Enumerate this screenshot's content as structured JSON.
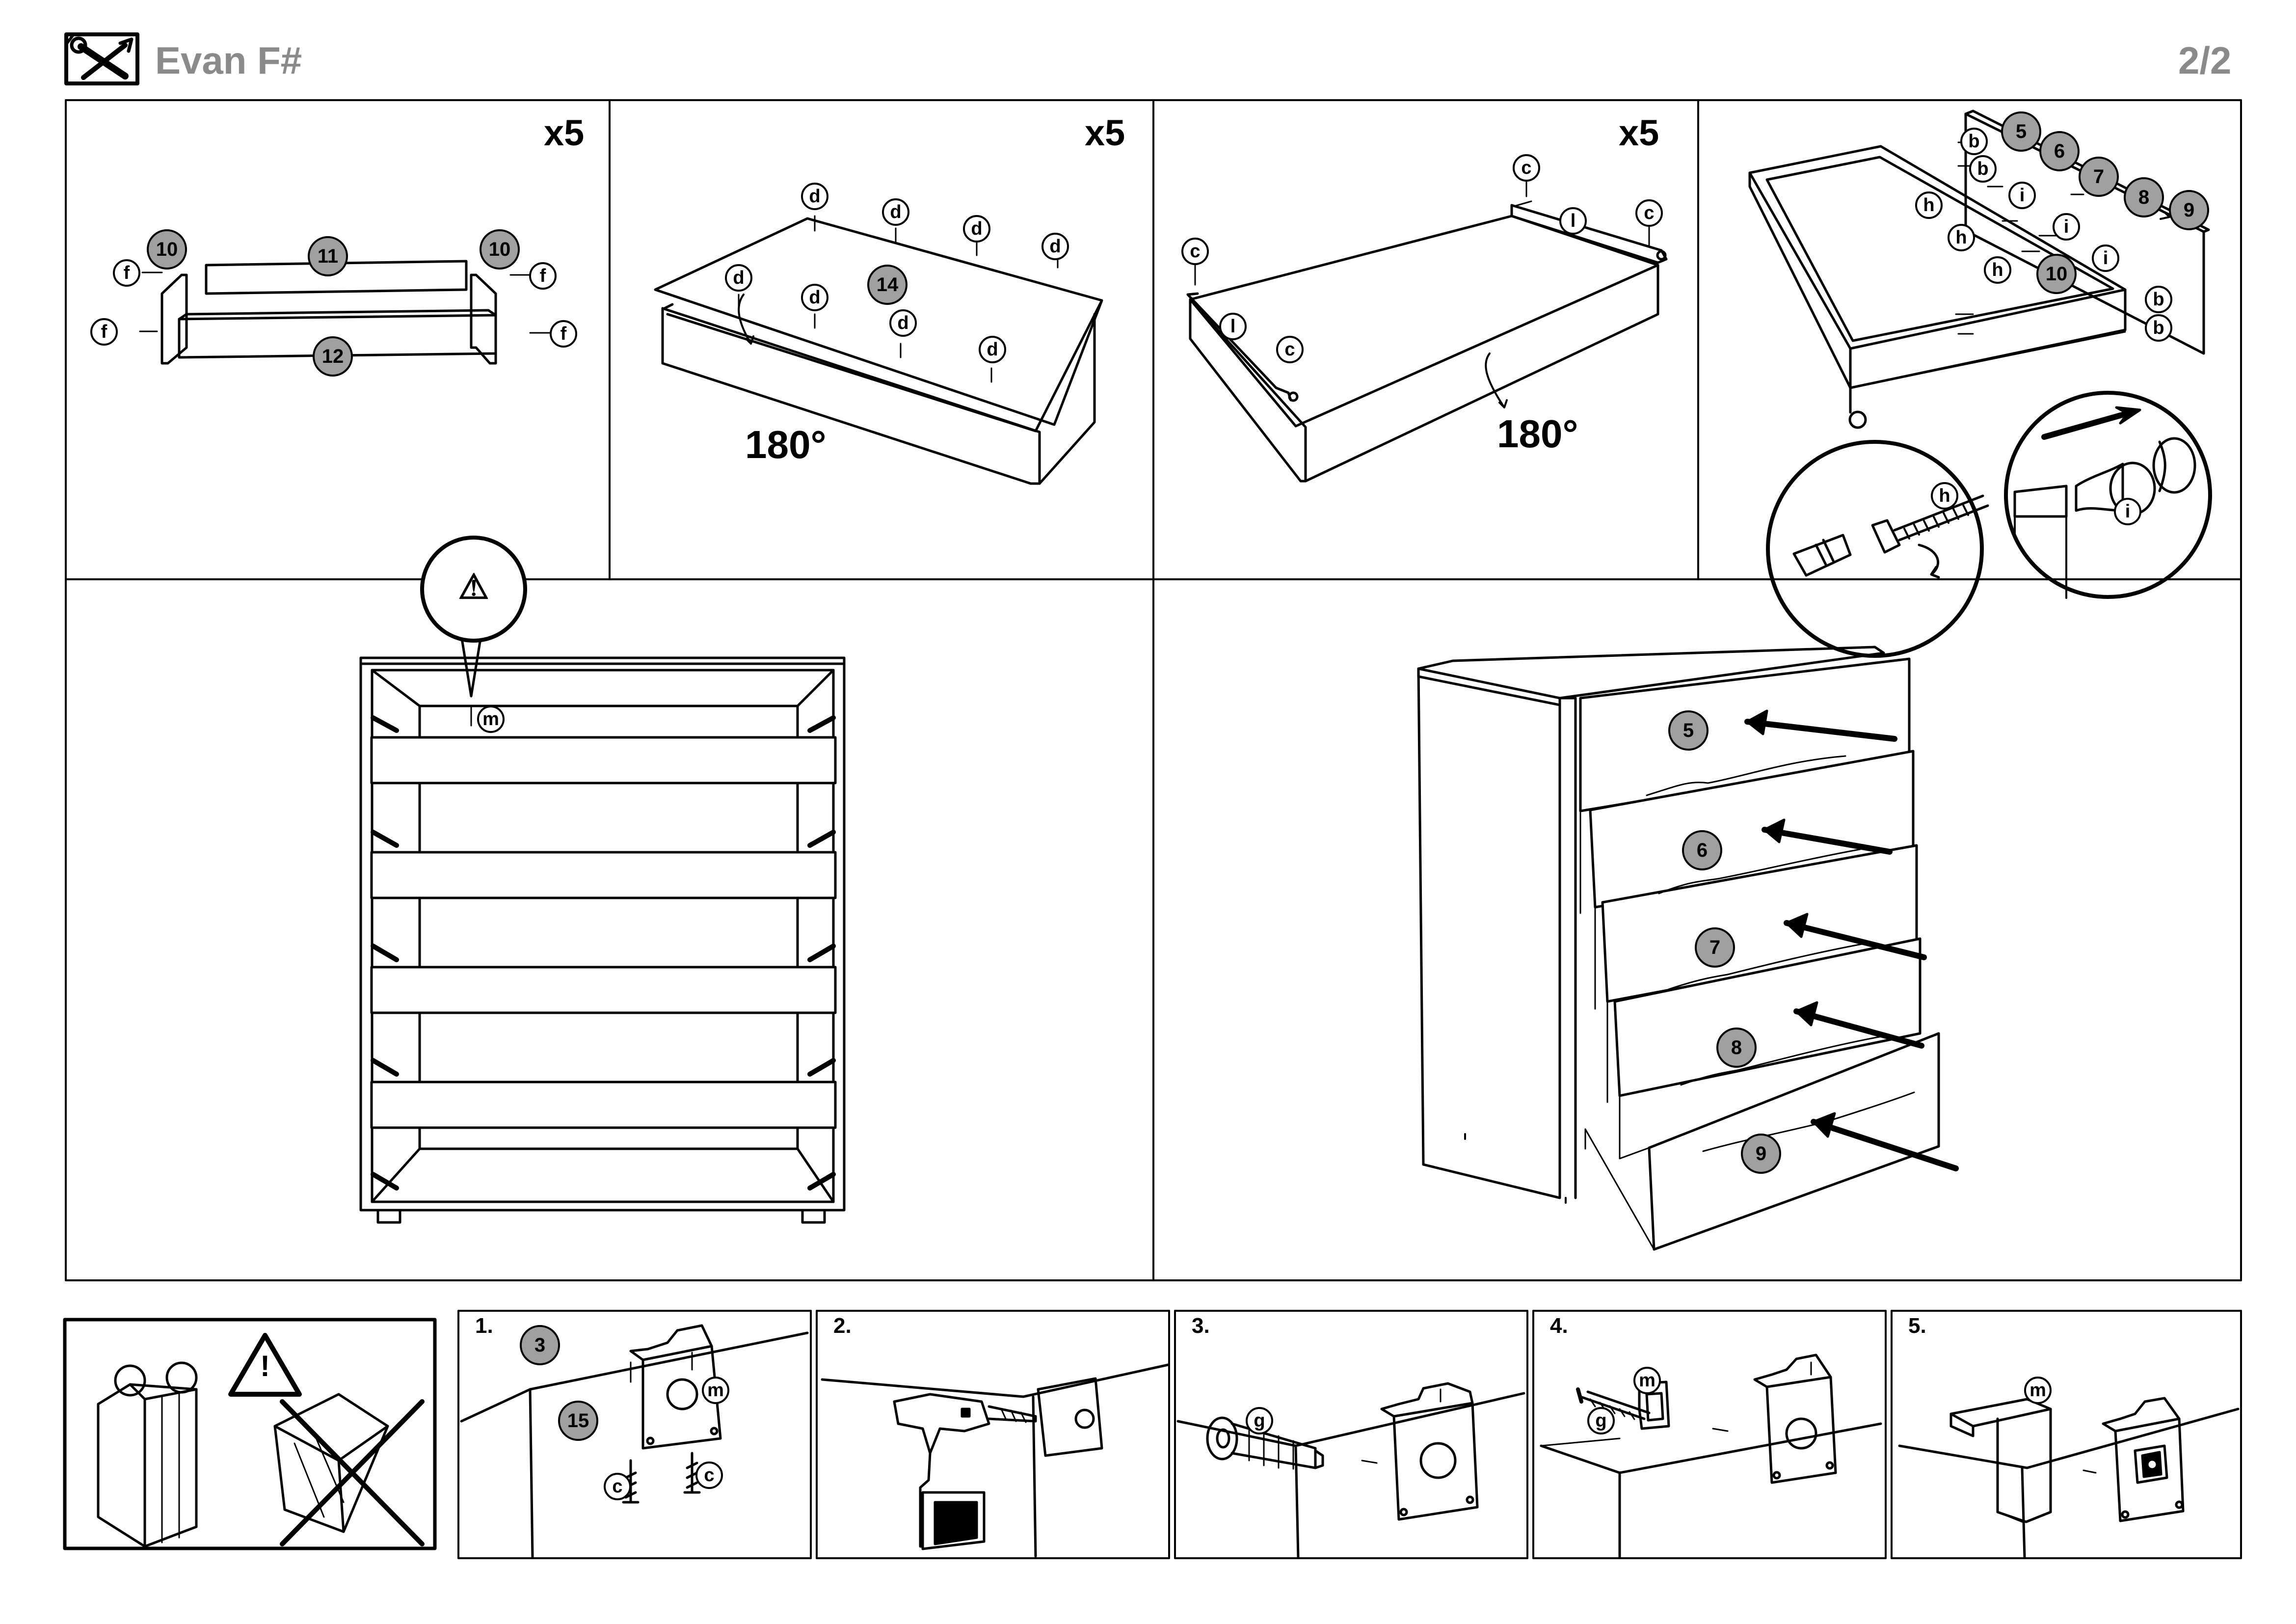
{
  "header": {
    "title": "Evan F#",
    "page": "2/2",
    "tools_icon": "tools-icon"
  },
  "panels": {
    "p1": {
      "multiplier": "x5"
    },
    "p2": {
      "multiplier": "x5",
      "rotation": "180°"
    },
    "p3": {
      "multiplier": "x5",
      "rotation": "180°"
    }
  },
  "steps": [
    "1.",
    "2.",
    "3.",
    "4.",
    "5."
  ],
  "parts": {
    "n3": "3",
    "n5": "5",
    "n6": "6",
    "n7": "7",
    "n8": "8",
    "n9": "9",
    "n10": "10",
    "n11": "11",
    "n12": "12",
    "n14": "14",
    "n15": "15"
  },
  "hardware": {
    "b": "b",
    "c": "c",
    "d": "d",
    "f": "f",
    "g": "g",
    "h": "h",
    "i": "i",
    "l": "l",
    "m": "m"
  },
  "icons": {
    "warning": "warning-icon",
    "screwdriver": "screwdriver-icon",
    "drill": "drill-icon",
    "hammer": "hammer-icon"
  }
}
